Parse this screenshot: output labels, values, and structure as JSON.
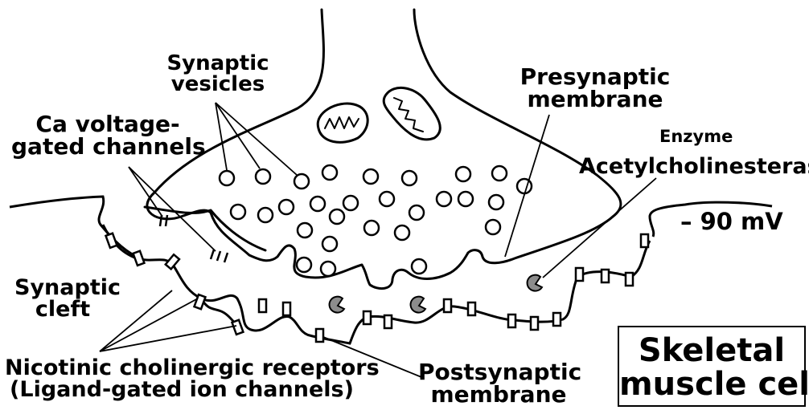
{
  "labels": {
    "synaptic_vesicles": [
      "Synaptic",
      "vesicles"
    ],
    "presynaptic_membrane": [
      "Presynaptic",
      "membrane"
    ],
    "ca_channels": [
      "Ca voltage-",
      "gated channels"
    ],
    "enzyme": "Enzyme",
    "acetylcholinesterase": "Acetylcholinesterase",
    "voltage": "– 90 mV",
    "synaptic_cleft": [
      "Synaptic",
      "cleft"
    ],
    "receptors": [
      "Nicotinic cholinergic receptors",
      "(Ligand-gated ion channels)"
    ],
    "postsynaptic_membrane": [
      "Postsynaptic",
      "membrane"
    ],
    "muscle_cell": [
      "Skeletal",
      "muscle cell"
    ]
  },
  "colors": {
    "line": "#000000",
    "enzyme_fill": "#8c8c8c",
    "background": "#ffffff"
  }
}
